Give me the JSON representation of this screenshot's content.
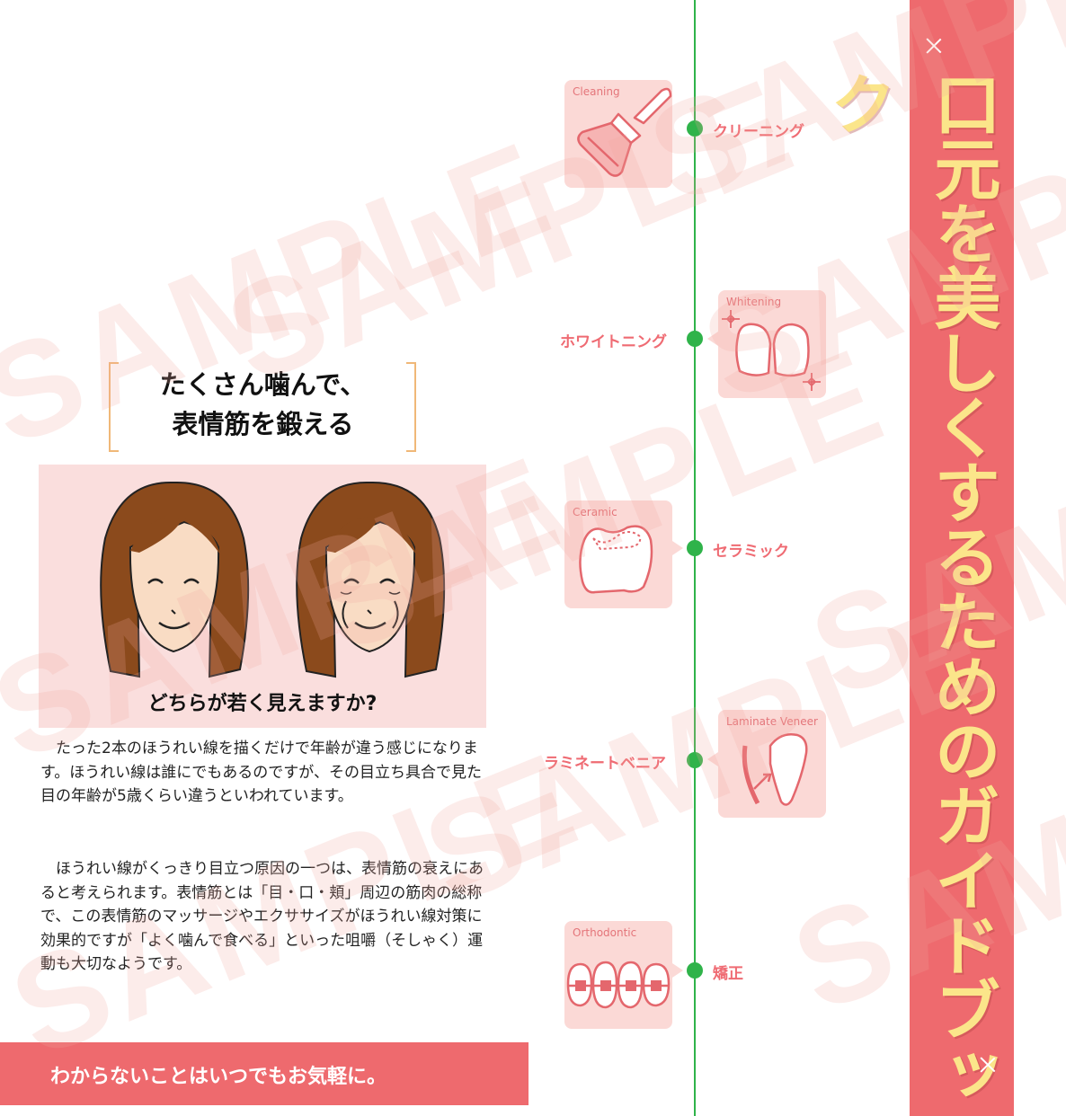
{
  "colors": {
    "band": "#ee6a6e",
    "title_text": "#fbe58a",
    "timeline": "#2fb34a",
    "label_pink": "#ef6b73",
    "card_bg": "#fbd9d6",
    "bracket": "#f0b878"
  },
  "title": "口元を美しくするためのガイドブック",
  "watermark": "SAMPLE",
  "timeline": {
    "items": [
      {
        "card_label": "Cleaning",
        "label": "クリーニング",
        "icon": "cleaning-brush-icon"
      },
      {
        "card_label": "Whitening",
        "label": "ホワイトニング",
        "icon": "whitening-teeth-icon"
      },
      {
        "card_label": "Ceramic",
        "label": "セラミック",
        "icon": "ceramic-tooth-icon"
      },
      {
        "card_label": "Laminate Veneer",
        "label": "ラミネートベニア",
        "icon": "laminate-veneer-icon"
      },
      {
        "card_label": "Orthodontic",
        "label": "矯正",
        "icon": "orthodontic-braces-icon"
      }
    ]
  },
  "article": {
    "heading_line1": "たくさん噛んで、",
    "heading_line2": "表情筋を鍛える",
    "illustration_caption": "どちらが若く見えますか?",
    "paragraph1": "たった2本のほうれい線を描くだけで年齢が違う感じになります。ほうれい線は誰にでもあるのですが、その目立ち具合で見た目の年齢が5歳くらい違うといわれています。",
    "paragraph2": "ほうれい線がくっきり目立つ原因の一つは、表情筋の衰えにあると考えられます。表情筋とは「目・口・頬」周辺の筋肉の総称で、この表情筋のマッサージやエクササイズがほうれい線対策に効果的ですが「よく噛んで食べる」といった咀嚼（そしゃく）運動も大切なようです。"
  },
  "footer_banner": "わからないことはいつでもお気軽に。"
}
